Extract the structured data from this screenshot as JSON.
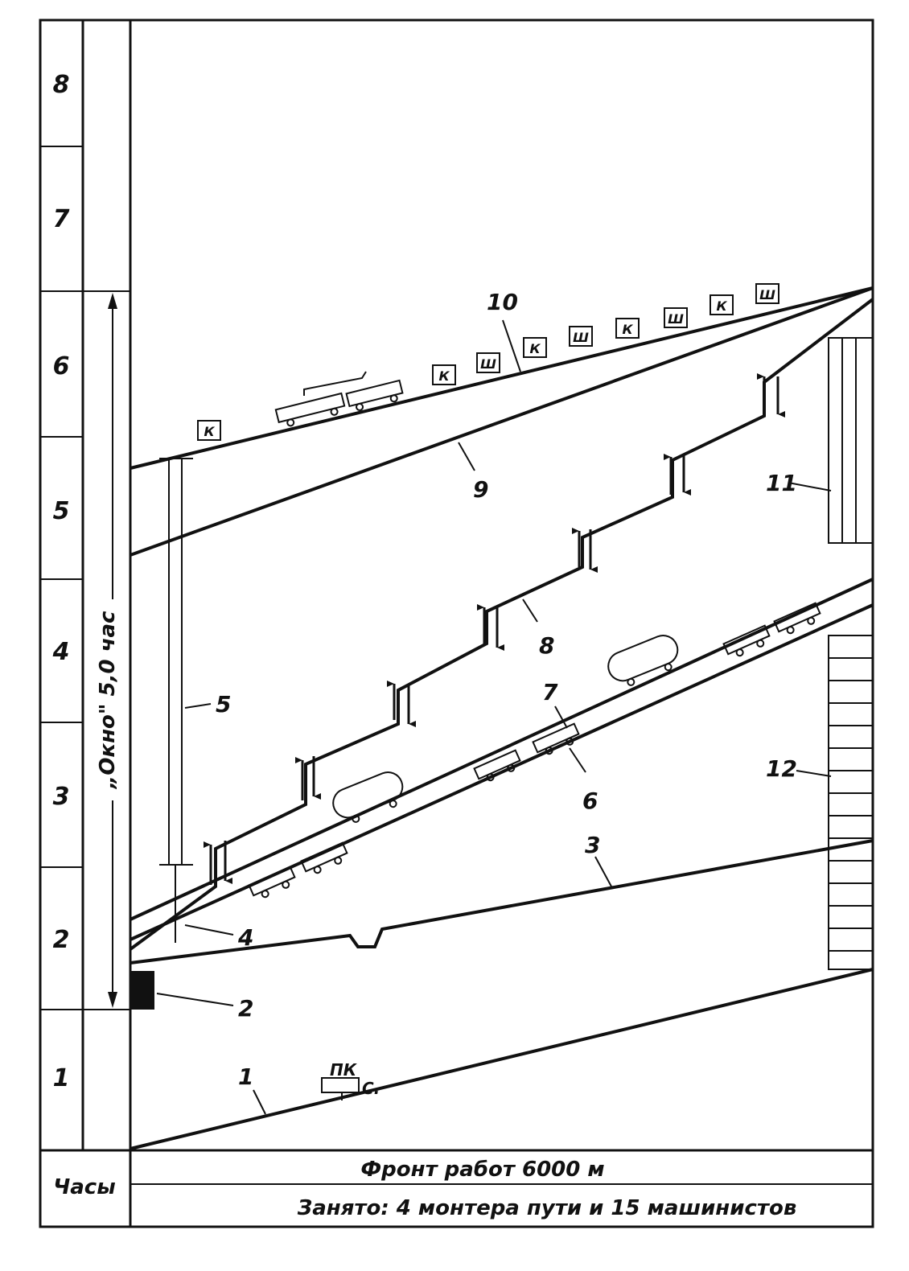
{
  "hour_labels": [
    "8",
    "7",
    "6",
    "5",
    "4",
    "3",
    "2",
    "1"
  ],
  "window_label": "„Окно\" 5,0 час",
  "footer": {
    "hours_label": "Часы",
    "front_label": "Фронт работ 6000 м",
    "staff_label": "Занято: 4 монтера пути и 15 машинистов"
  },
  "callouts": [
    "1",
    "2",
    "3",
    "4",
    "5",
    "6",
    "7",
    "8",
    "9",
    "10",
    "11",
    "12"
  ],
  "markers": {
    "k": "К",
    "sh": "Ш",
    "pk": "ПК",
    "s": "С."
  }
}
